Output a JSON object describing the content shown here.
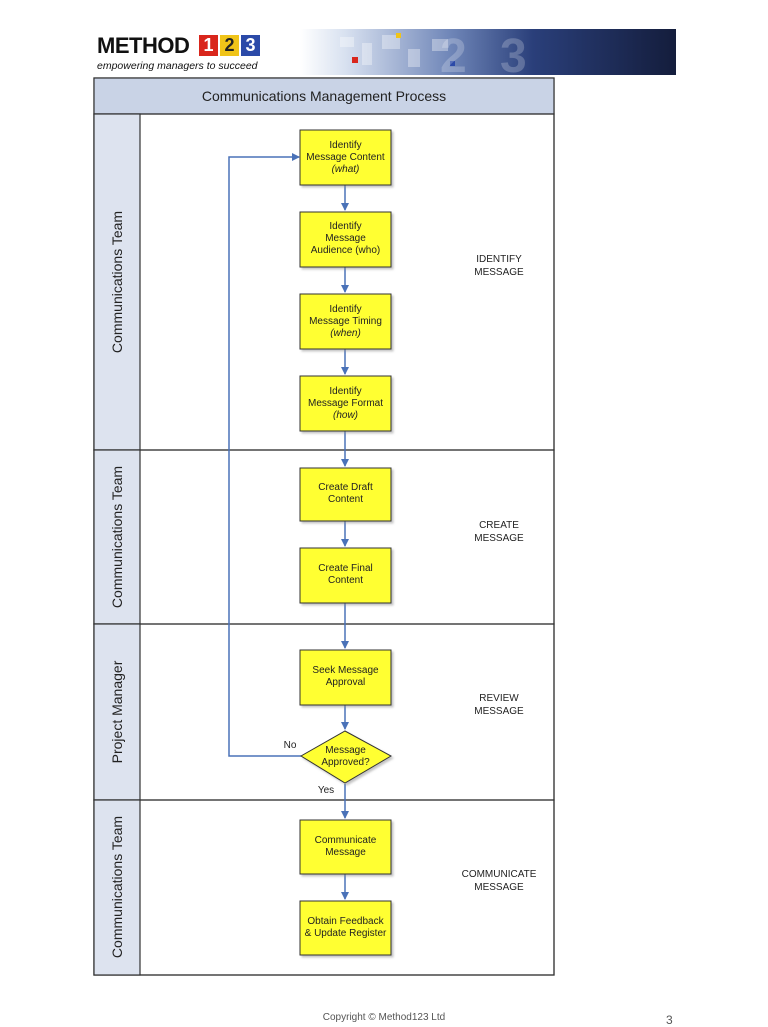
{
  "header": {
    "logo_word": "METHOD",
    "logo_digits": [
      "1",
      "2",
      "3"
    ],
    "tagline": "empowering managers to succeed"
  },
  "diagram": {
    "title": "Communications Management Process",
    "lanes": [
      {
        "role": "Communications Team",
        "phase": [
          "IDENTIFY",
          "MESSAGE"
        ]
      },
      {
        "role": "Communications Team",
        "phase": [
          "CREATE",
          "MESSAGE"
        ]
      },
      {
        "role": "Project Manager",
        "phase": [
          "REVIEW",
          "MESSAGE"
        ]
      },
      {
        "role": "Communications Team",
        "phase": [
          "COMMUNICATE",
          "MESSAGE"
        ]
      }
    ],
    "steps": [
      {
        "lines": [
          "Identify",
          "Message Content",
          "(what)"
        ]
      },
      {
        "lines": [
          "Identify",
          "Message",
          "Audience (who)"
        ]
      },
      {
        "lines": [
          "Identify",
          "Message Timing",
          "(when)"
        ]
      },
      {
        "lines": [
          "Identify",
          "Message Format",
          "(how)"
        ]
      },
      {
        "lines": [
          "Create Draft",
          "Content"
        ]
      },
      {
        "lines": [
          "Create Final",
          "Content"
        ]
      },
      {
        "lines": [
          "Seek Message",
          "Approval"
        ]
      },
      {
        "lines": [
          "Communicate",
          "Message"
        ]
      },
      {
        "lines": [
          "Obtain Feedback",
          "& Update Register"
        ]
      }
    ],
    "decision": {
      "lines": [
        "Message",
        "Approved?"
      ],
      "no_label": "No",
      "yes_label": "Yes"
    }
  },
  "colors": {
    "box_fill": "#ffff33",
    "box_stroke": "#333333",
    "arrow": "#4a72b8",
    "title_fill": "#c9d3e6",
    "lane_fill": "#dde3ef"
  },
  "footer": {
    "copyright": "Copyright © Method123 Ltd",
    "page_number": "3"
  }
}
